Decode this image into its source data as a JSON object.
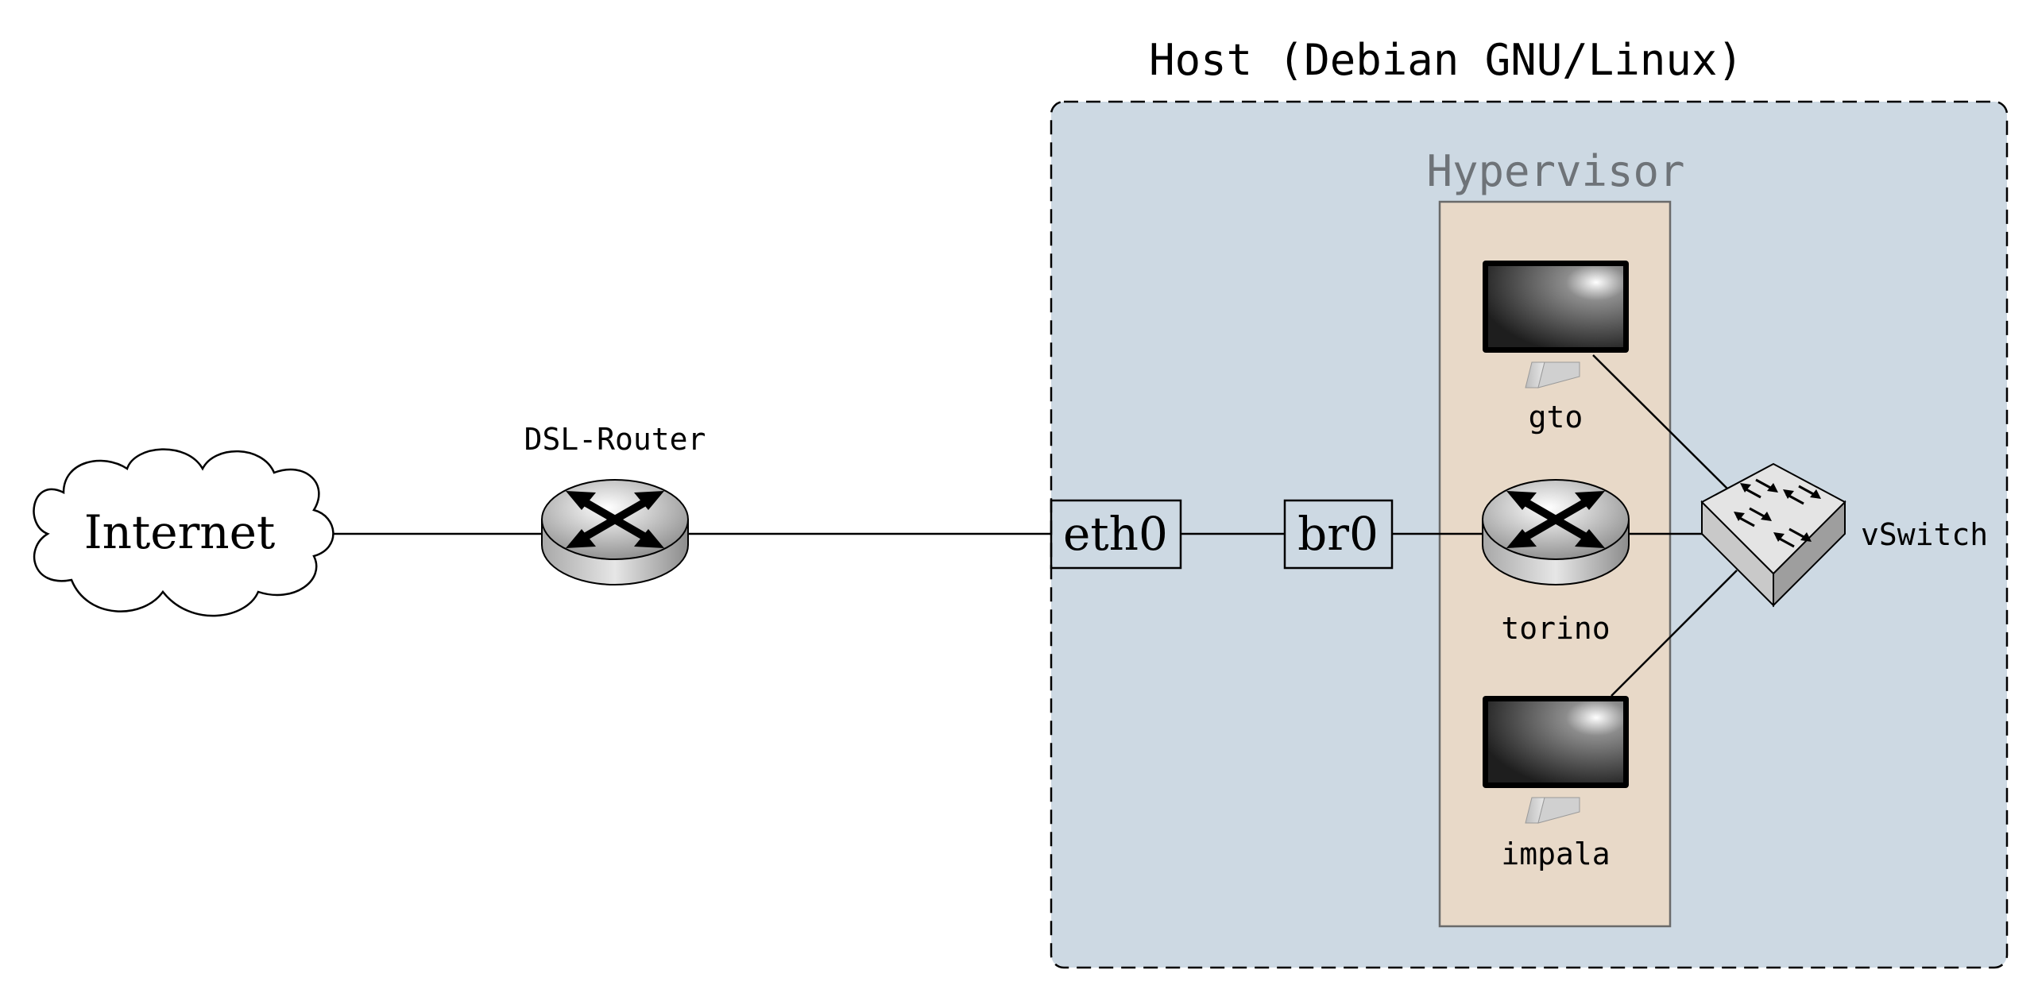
{
  "host": {
    "title": "Host (Debian GNU/Linux)",
    "fill": "#cdd9e3"
  },
  "hypervisor": {
    "title": "Hypervisor",
    "fill": "#e8d9c8",
    "title_color": "#6e7378"
  },
  "nodes": {
    "internet": {
      "label": "Internet",
      "icon": "cloud-icon"
    },
    "dsl_router": {
      "label": "DSL-Router",
      "icon": "router-icon"
    },
    "eth0": {
      "label": "eth0"
    },
    "br0": {
      "label": "br0"
    },
    "torino": {
      "label": "torino",
      "icon": "router-icon"
    },
    "vswitch": {
      "label": "vSwitch",
      "icon": "switch-icon"
    },
    "gto": {
      "label": "gto",
      "icon": "monitor-icon"
    },
    "impala": {
      "label": "impala",
      "icon": "monitor-icon"
    }
  },
  "links": [
    [
      "internet",
      "dsl_router"
    ],
    [
      "dsl_router",
      "eth0"
    ],
    [
      "eth0",
      "br0"
    ],
    [
      "br0",
      "torino"
    ],
    [
      "torino",
      "vswitch"
    ],
    [
      "gto",
      "vswitch"
    ],
    [
      "impala",
      "vswitch"
    ]
  ]
}
